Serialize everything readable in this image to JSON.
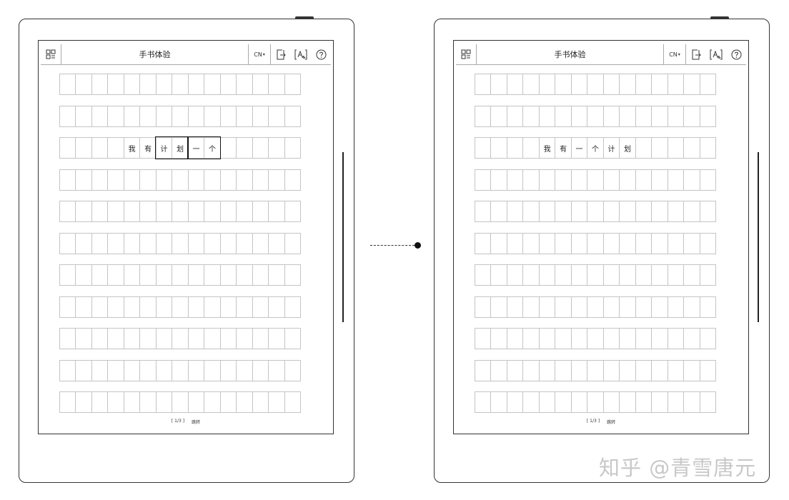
{
  "devices": [
    {
      "id": "left",
      "toolbar": {
        "title": "手书体验",
        "lang_label": "CN",
        "icons": [
          "grid-menu-icon",
          "export-icon",
          "text-recognition-icon",
          "help-icon"
        ]
      },
      "rows": [
        [
          "",
          "",
          "",
          "",
          "",
          "",
          "",
          "",
          "",
          "",
          "",
          "",
          "",
          "",
          ""
        ],
        [
          "",
          "",
          "",
          "",
          "",
          "",
          "",
          "",
          "",
          "",
          "",
          "",
          "",
          "",
          ""
        ],
        [
          "",
          "",
          "",
          "",
          "我",
          "有",
          "计",
          "划",
          "一",
          "个",
          "",
          "",
          "",
          "",
          ""
        ],
        [
          "",
          "",
          "",
          "",
          "",
          "",
          "",
          "",
          "",
          "",
          "",
          "",
          "",
          "",
          ""
        ],
        [
          "",
          "",
          "",
          "",
          "",
          "",
          "",
          "",
          "",
          "",
          "",
          "",
          "",
          "",
          ""
        ],
        [
          "",
          "",
          "",
          "",
          "",
          "",
          "",
          "",
          "",
          "",
          "",
          "",
          "",
          "",
          ""
        ],
        [
          "",
          "",
          "",
          "",
          "",
          "",
          "",
          "",
          "",
          "",
          "",
          "",
          "",
          "",
          ""
        ],
        [
          "",
          "",
          "",
          "",
          "",
          "",
          "",
          "",
          "",
          "",
          "",
          "",
          "",
          "",
          ""
        ],
        [
          "",
          "",
          "",
          "",
          "",
          "",
          "",
          "",
          "",
          "",
          "",
          "",
          "",
          "",
          ""
        ],
        [
          "",
          "",
          "",
          "",
          "",
          "",
          "",
          "",
          "",
          "",
          "",
          "",
          "",
          "",
          ""
        ],
        [
          "",
          "",
          "",
          "",
          "",
          "",
          "",
          "",
          "",
          "",
          "",
          "",
          "",
          "",
          ""
        ]
      ],
      "footer": {
        "page_indicator": "[ 1/3 ]",
        "jump_label": "跳转"
      }
    },
    {
      "id": "right",
      "toolbar": {
        "title": "手书体验",
        "lang_label": "CN",
        "icons": [
          "grid-menu-icon",
          "export-icon",
          "text-recognition-icon",
          "help-icon"
        ]
      },
      "rows": [
        [
          "",
          "",
          "",
          "",
          "",
          "",
          "",
          "",
          "",
          "",
          "",
          "",
          "",
          "",
          ""
        ],
        [
          "",
          "",
          "",
          "",
          "",
          "",
          "",
          "",
          "",
          "",
          "",
          "",
          "",
          "",
          ""
        ],
        [
          "",
          "",
          "",
          "",
          "我",
          "有",
          "一",
          "个",
          "计",
          "划",
          "",
          "",
          "",
          "",
          ""
        ],
        [
          "",
          "",
          "",
          "",
          "",
          "",
          "",
          "",
          "",
          "",
          "",
          "",
          "",
          "",
          ""
        ],
        [
          "",
          "",
          "",
          "",
          "",
          "",
          "",
          "",
          "",
          "",
          "",
          "",
          "",
          "",
          ""
        ],
        [
          "",
          "",
          "",
          "",
          "",
          "",
          "",
          "",
          "",
          "",
          "",
          "",
          "",
          "",
          ""
        ],
        [
          "",
          "",
          "",
          "",
          "",
          "",
          "",
          "",
          "",
          "",
          "",
          "",
          "",
          "",
          ""
        ],
        [
          "",
          "",
          "",
          "",
          "",
          "",
          "",
          "",
          "",
          "",
          "",
          "",
          "",
          "",
          ""
        ],
        [
          "",
          "",
          "",
          "",
          "",
          "",
          "",
          "",
          "",
          "",
          "",
          "",
          "",
          "",
          ""
        ],
        [
          "",
          "",
          "",
          "",
          "",
          "",
          "",
          "",
          "",
          "",
          "",
          "",
          "",
          "",
          ""
        ],
        [
          "",
          "",
          "",
          "",
          "",
          "",
          "",
          "",
          "",
          "",
          "",
          "",
          "",
          "",
          ""
        ]
      ],
      "footer": {
        "page_indicator": "[ 1/3 ]",
        "jump_label": "跳转"
      }
    }
  ],
  "watermark": "知乎 @青雪唐元"
}
